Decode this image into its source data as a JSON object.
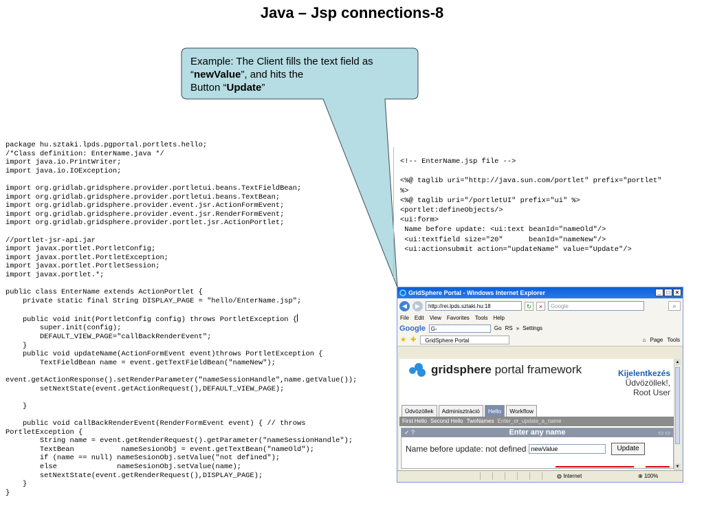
{
  "slide": {
    "title": "Java – Jsp connections-8"
  },
  "callout": {
    "line1": "Example: The Client fills the text field as",
    "q_open": "“",
    "value_bold": "newValue",
    "mid_text": "”, and hits the",
    "button_prefix": "Button “",
    "button_bold": "Update",
    "q_close": "”",
    "fill_color": "#b6dde3"
  },
  "java_code": {
    "before_cursor": "package hu.sztaki.lpds.pgportal.portlets.hello;\n/*Class definition: EnterName.java */\nimport java.io.PrintWriter;\nimport java.io.IOException;\n\nimport org.gridlab.gridsphere.provider.portletui.beans.TextFieldBean;\nimport org.gridlab.gridsphere.provider.portletui.beans.TextBean;\nimport org.gridlab.gridsphere.provider.event.jsr.ActionFormEvent;\nimport org.gridlab.gridsphere.provider.event.jsr.RenderFormEvent;\nimport org.gridlab.gridsphere.provider.portlet.jsr.ActionPortlet;\n\n//portlet-jsr-api.jar\nimport javax.portlet.PortletConfig;\nimport javax.portlet.PortletException;\nimport javax.portlet.PortletSession;\nimport javax.portlet.*;\n\npublic class EnterName extends ActionPortlet {\n    private static final String DISPLAY_PAGE = \"hello/EnterName.jsp\";\n\n    public void init(PortletConfig config) throws PortletException {",
    "after_cursor": "\n        super.init(config);\n        DEFAULT_VIEW_PAGE=\"callBackRenderEvent\";\n    }\n    public void updateName(ActionFormEvent event)throws PortletException {\n        TextFieldBean name = event.getTextFieldBean(\"nameNew\");\n\nevent.getActionResponse().setRenderParameter(\"nameSessionHandle\",name.getValue());\n        setNextState(event.getActionRequest(),DEFAULT_VIEW_PAGE);\n\n    }\n\n    public void callBackRenderEvent(RenderFormEvent event) { // throws\nPortletException {\n        String name = event.getRenderRequest().getParameter(\"nameSessionHandle\");\n        TextBean           nameSesionObj = event.getTextBean(\"nameOld\");\n        if (name == null) nameSesionObj.setValue(\"not defined\");\n        else              nameSesionObj.setValue(name);\n        setNextState(event.getRenderRequest(),DISPLAY_PAGE);\n    }\n}"
  },
  "jsp_code": "<!-- EnterName.jsp file -->\n\n<%@ taglib uri=\"http://java.sun.com/portlet\" prefix=\"portlet\"\n%>\n<%@ taglib uri=\"/portletUI\" prefix=\"ui\" %>\n<portlet:defineObjects/>\n<ui:form>\n Name before update: <ui:text beanId=\"nameOld\"/>\n <ui:textfield size=\"20\"      beanId=\"nameNew\"/>\n <ui:actionsubmit action=\"updateName\" value=\"Update\"/>",
  "browser": {
    "window_title": "GridSphere Portal - Windows Internet Explorer",
    "address": "http://rei.lpds.sztaki.hu:18",
    "search_placeholder": "Google",
    "menu": [
      "File",
      "Edit",
      "View",
      "Favorites",
      "Tools",
      "Help"
    ],
    "google_toolbar": {
      "logo": "Google",
      "box": "G-",
      "go": "Go",
      "rs": "RS",
      "more": "»",
      "settings": "Settings"
    },
    "tab_title": "GridSphere Portal",
    "fav_tools": [
      "Page",
      "Tools"
    ],
    "status": {
      "zone": "Internet",
      "zoom": "100%"
    }
  },
  "portal": {
    "brand": "gridsphere",
    "brand_rest": " portal framework",
    "logout": "Kijelentkezés",
    "greeting": "Üdvözöllek!,",
    "user": "Root User",
    "tabs": [
      {
        "label": "Üdvözöllek"
      },
      {
        "label": "Adminisztráció"
      },
      {
        "label": "Hello"
      },
      {
        "label": "Workflow"
      }
    ],
    "subtabs": [
      "First Hello",
      "Second Hello",
      "TwoNames",
      "Enter_or_update_a_name"
    ],
    "portlet_title": "Enter any name",
    "portlet_left": "✓ ?",
    "portlet_right": "▭ ▭",
    "label_before": "Name before update: not defined",
    "input_value": "newValue",
    "update_button": "Update"
  }
}
